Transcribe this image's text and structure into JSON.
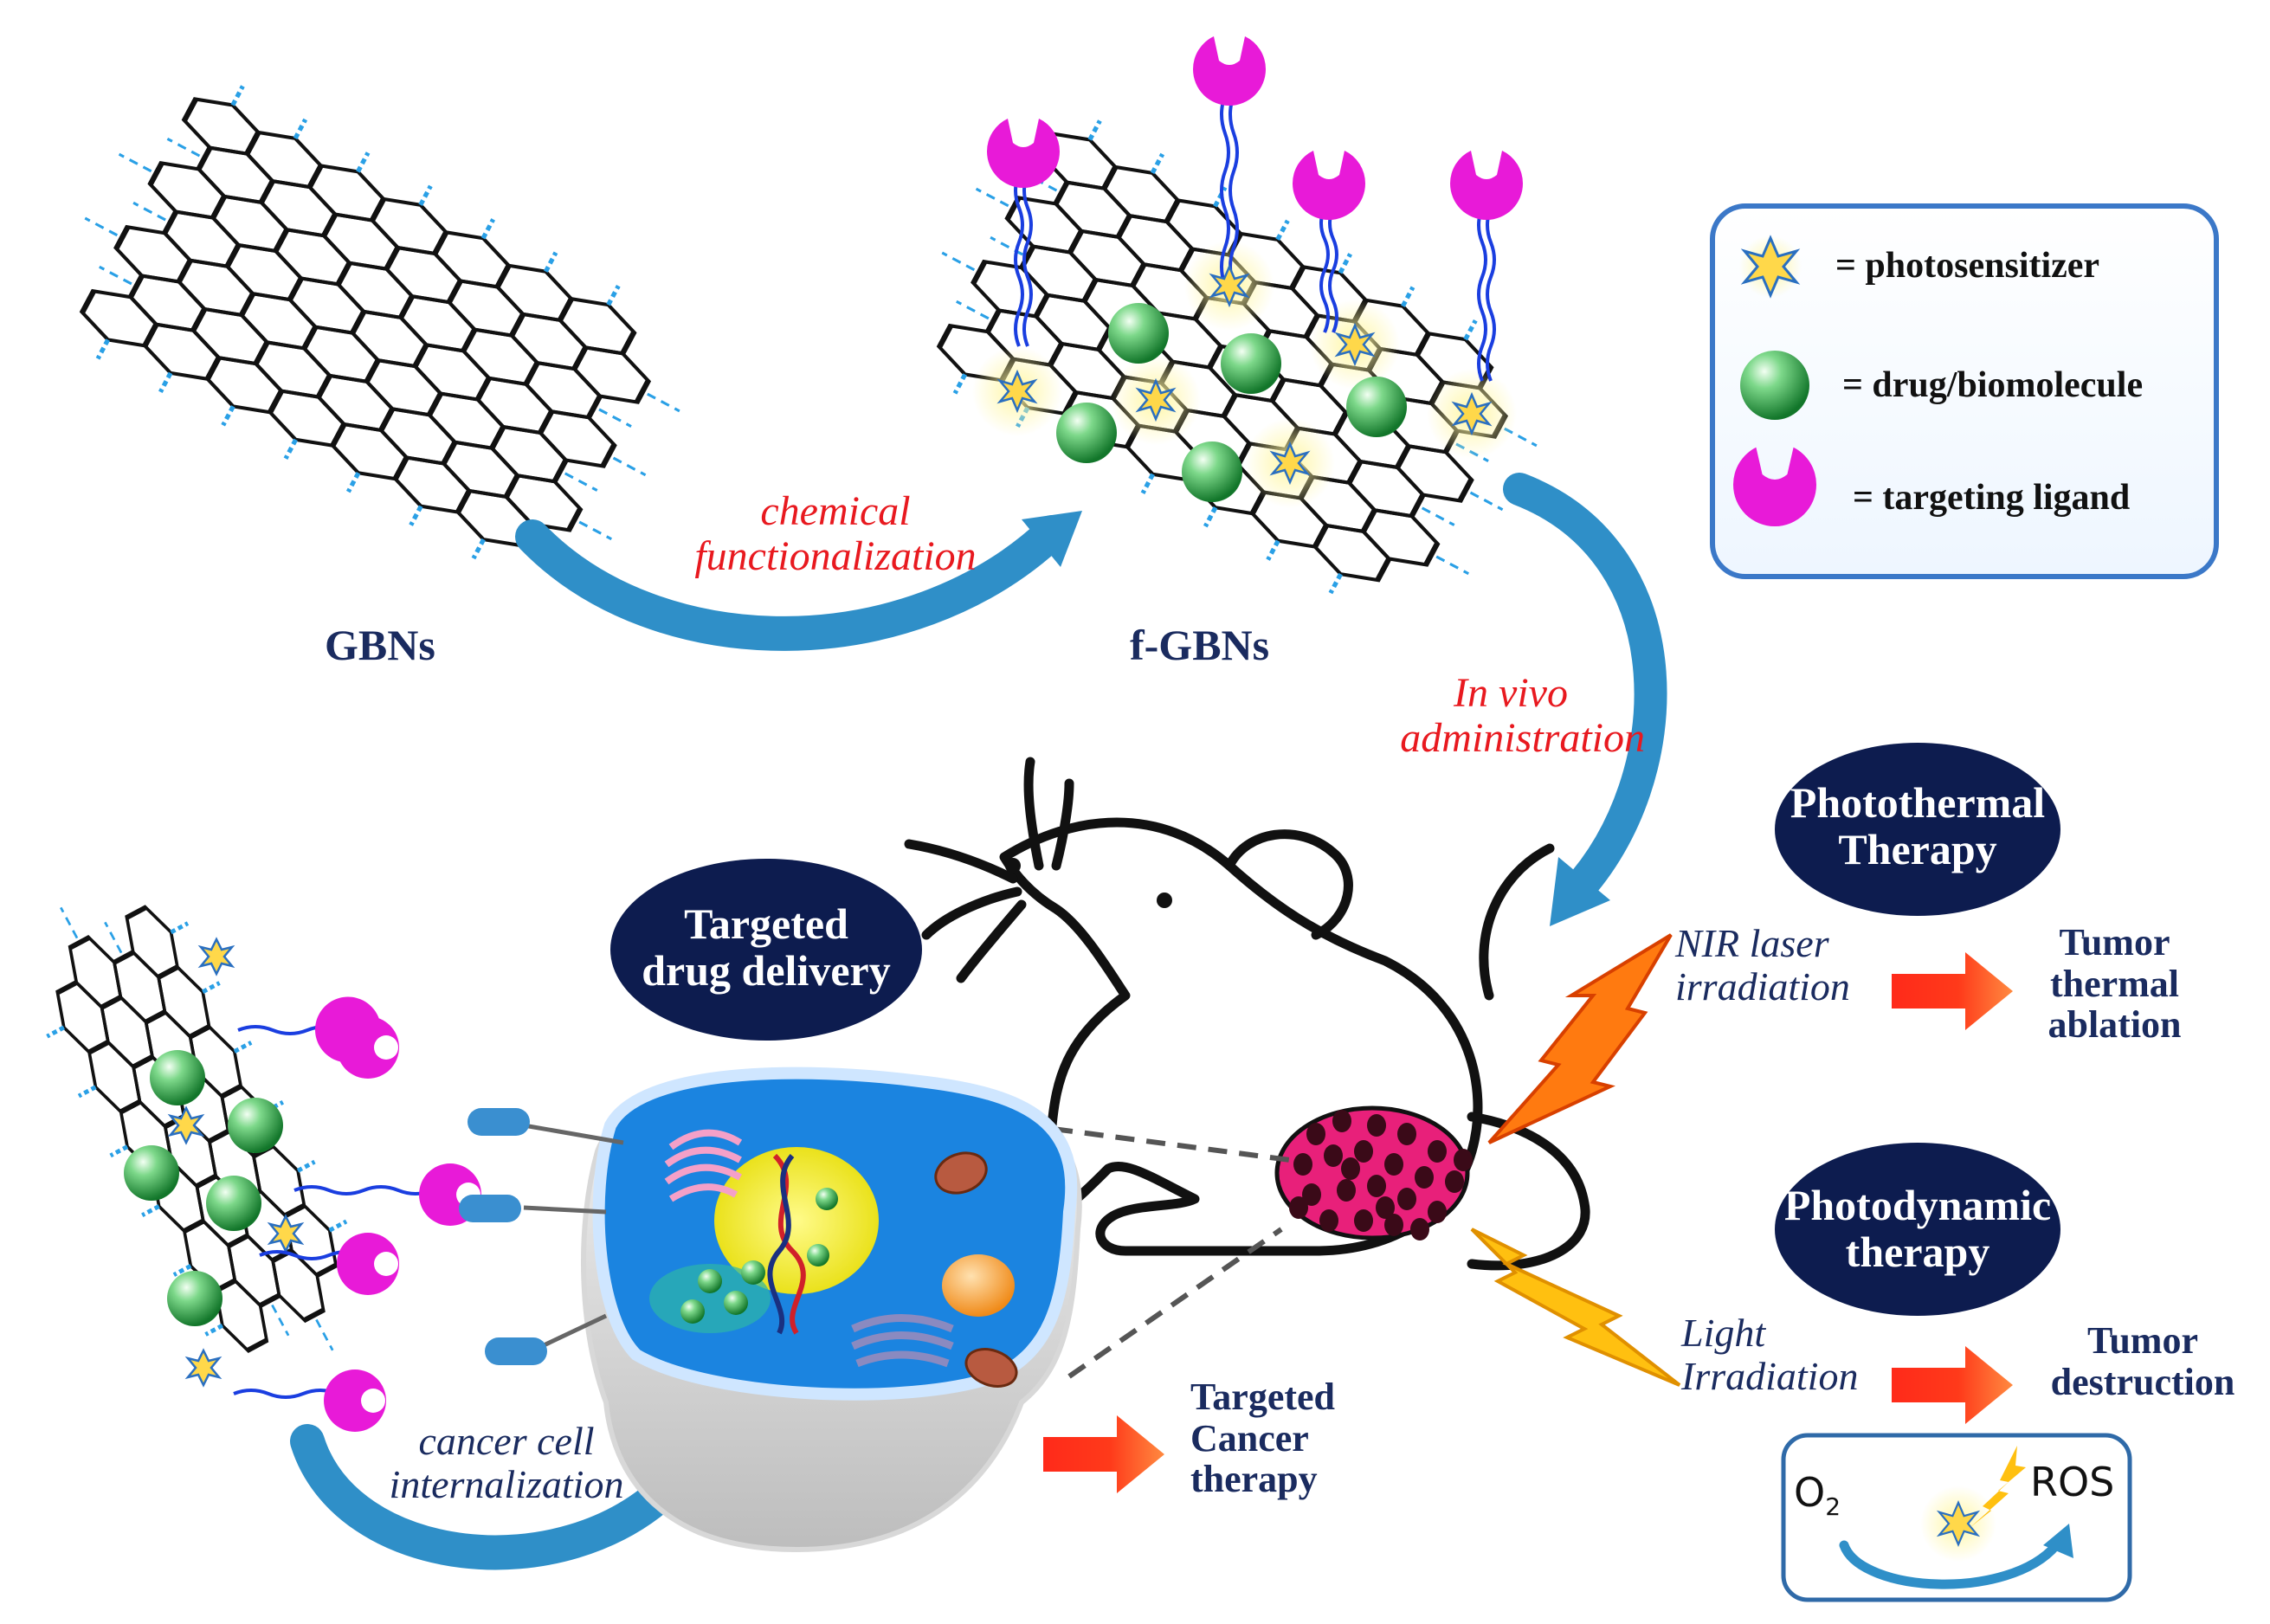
{
  "labels": {
    "gbns": "GBNs",
    "fgbns": "f-GBNs",
    "chem_line1": "chemical",
    "chem_line2": "functionalization",
    "invivo_line1": "In vivo",
    "invivo_line2": "administration",
    "targeted_pill_line1": "Targeted",
    "targeted_pill_line2": "drug delivery",
    "ptt_pill_line1": "Photothermal",
    "ptt_pill_line2": "Therapy",
    "pdt_pill_line1": "Photodynamic",
    "pdt_pill_line2": "therapy",
    "nir_line1": "NIR laser",
    "nir_line2": "irradiation",
    "light_line1": "Light",
    "light_line2": "Irradiation",
    "tumor_thermal_1": "Tumor",
    "tumor_thermal_2": "thermal",
    "tumor_thermal_3": "ablation",
    "tumor_destruction_1": "Tumor",
    "tumor_destruction_2": "destruction",
    "cancer_line1": "cancer cell",
    "cancer_line2": "internalization",
    "targeted_cancer_1": "Targeted",
    "targeted_cancer_2": "Cancer",
    "targeted_cancer_3": "therapy",
    "o2_main": "O",
    "o2_sub": "2",
    "ros": "ROS"
  },
  "legend": {
    "photosensitizer": "= photosensitizer",
    "drug": "= drug/biomolecule",
    "ligand": "= targeting ligand"
  },
  "colors": {
    "navy": "#0d1c4f",
    "arrow_blue": "#2f8fc8",
    "red_text": "#e8191f",
    "ligand_magenta": "#e81ad8",
    "drug_green": "#1f9e3a",
    "tumor_pink": "#e8207a",
    "cell_blue": "#1b84e0",
    "bolt_orange": "#ff7a10",
    "bolt_yellow": "#ffc010",
    "dash_blue": "#2aa0e6"
  }
}
